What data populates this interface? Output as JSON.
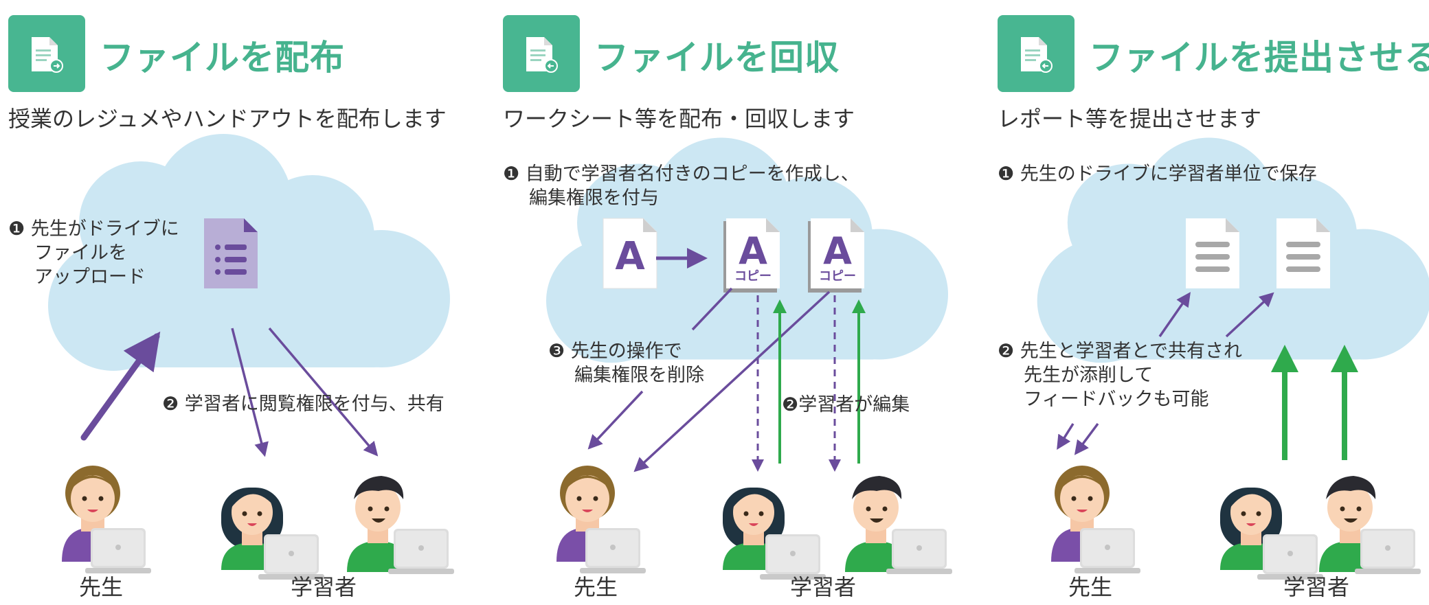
{
  "colors": {
    "accent": "#48b691",
    "title": "#46b38e",
    "cloud": "#cce7f3",
    "arrow_purple": "#6a4c9c",
    "arrow_green": "#2faa4c"
  },
  "panels": [
    {
      "icon": "file-send-icon",
      "title": "ファイルを配布",
      "subtitle": "授業のレジュメやハンドアウトを配布します",
      "step1": [
        "❶ 先生がドライブに",
        "ファイルを",
        "アップロード"
      ],
      "step2": "❷ 学習者に閲覧権限を付与、共有",
      "teacher_label": "先生",
      "students_label": "学習者"
    },
    {
      "icon": "file-collect-icon",
      "title": "ファイルを回収",
      "subtitle": "ワークシート等を配布・回収します",
      "step1": [
        "❶ 自動で学習者名付きのコピーを作成し、",
        "編集権限を付与"
      ],
      "step2": "❷学習者が編集",
      "step3": [
        "❸ 先生の操作で",
        "編集権限を削除"
      ],
      "doc_letter": "A",
      "copy_label": "コピー",
      "teacher_label": "先生",
      "students_label": "学習者"
    },
    {
      "icon": "file-submit-icon",
      "title": "ファイルを提出させる",
      "subtitle": "レポート等を提出させます",
      "step1": "❶ 先生のドライブに学習者単位で保存",
      "step2": [
        "❷ 先生と学習者とで共有され",
        "先生が添削して",
        "フィードバックも可能"
      ],
      "teacher_label": "先生",
      "students_label": "学習者"
    }
  ]
}
